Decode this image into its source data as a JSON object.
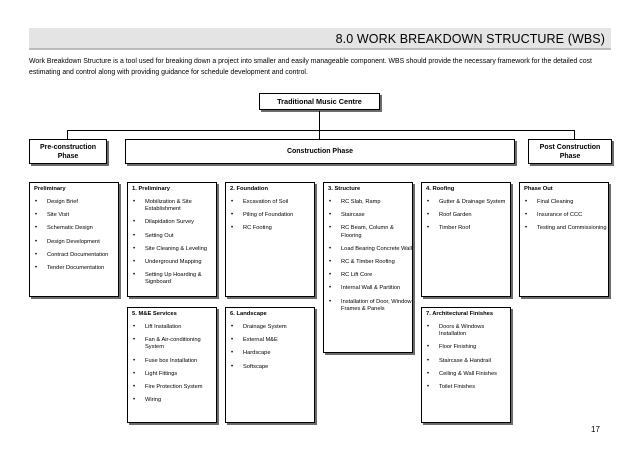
{
  "header": {
    "title": "8.0   WORK BREAKDOWN STRUCTURE (WBS)"
  },
  "intro": "Work Breakdown Structure is a tool used for breaking down a project into smaller and easily manageable component. WBS should provide the necessary framework for the detailed cost estimating and control along with providing guidance for schedule development and control.",
  "root": "Traditional Music Centre",
  "phases": {
    "pre": "Pre-construction Phase",
    "construction": "Construction Phase",
    "post": "Post Construction Phase"
  },
  "columns": [
    {
      "title": "Preliminary",
      "items": [
        "Design Brief",
        "Site Visit",
        "Schematic Design",
        "Design Development",
        "Contract Documentation",
        "Tender Documentation"
      ]
    },
    {
      "title": "1. Preliminary",
      "items": [
        "Mobilization & Site Establishment",
        "Dilapidation Survey",
        "Setting Out",
        "Site Cleaning & Leveling",
        "Underground Mapping",
        "Setting Up Hoarding & Signboard"
      ]
    },
    {
      "title": "2. Foundation",
      "items": [
        "Excavation of Soil",
        "Piling of Foundation",
        "RC Footing"
      ]
    },
    {
      "title": "3. Structure",
      "items": [
        "RC Slab, Ramp",
        "Staircase",
        "RC Beam, Column & Flooring",
        "Load Bearing Concrete Wall",
        "RC & Timber Roofing",
        "RC Lift Core",
        "Internal Wall & Partition",
        "Installation of Door, Window Frames & Panels"
      ]
    },
    {
      "title": "4. Roofing",
      "items": [
        "Gutter & Drainage System",
        "Roof Garden",
        "Timber Roof"
      ]
    },
    {
      "title": "Phase Out",
      "items": [
        "Final Cleaning",
        "Insurance of CCC",
        "Testing and Commissioning"
      ]
    },
    {
      "title": "5. M&E Services",
      "items": [
        "Lift Installation",
        "Fan & Air-conditioning System",
        "Fuse box Installation",
        "Light Fittings",
        "Fire Protection System",
        "Wiring"
      ]
    },
    {
      "title": "6. Landscape",
      "items": [
        "Drainage System",
        "External M&E",
        "Hardscape",
        "Softscape"
      ]
    },
    {
      "title": "7. Architectural Finishes",
      "items": [
        "Doors & Windows Installation",
        "Floor Finishing",
        "Staircase & Handrail",
        "Ceiling & Wall Finishes",
        "Toilet Finishes"
      ]
    }
  ],
  "page_number": "17"
}
